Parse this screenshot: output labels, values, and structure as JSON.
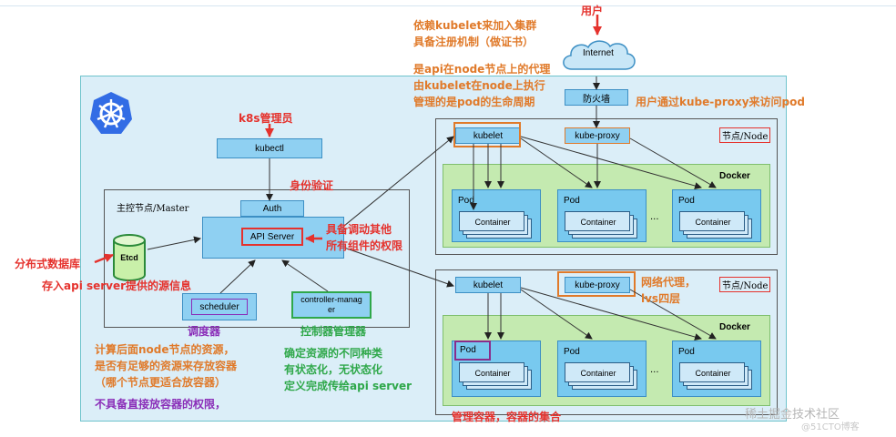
{
  "user_label": "用户",
  "internet_label": "Internet",
  "firewall_label": "防火墙",
  "kube_admin_label": "k8s管理员",
  "kubectl_label": "kubectl",
  "master_label": "主控节点/Master",
  "auth_label": "Auth",
  "api_server_label": "API Server",
  "etcd_label": "Etcd",
  "scheduler_label": "scheduler",
  "controller_label": "controller-manager",
  "node_label": "节点/Node",
  "kubelet_label": "kubelet",
  "kube_proxy_label": "kube-proxy",
  "docker_label": "Docker",
  "pod_label": "Pod",
  "container_label": "Container",
  "ellipsis": "···",
  "annotations": {
    "kubelet_join_1": "依赖kubelet来加入集群",
    "kubelet_join_2": "具备注册机制（做证书）",
    "agent_1": "是api在node节点上的代理",
    "agent_2": "由kubelet在node上执行",
    "agent_3": "管理的是pod的生命周期",
    "user_access": "用户通过kube-proxy来访问pod",
    "identity_auth": "身份验证",
    "scheduling_1": "具备调动其他",
    "scheduling_2": "所有组件的权限",
    "distributed_db": "分布式数据库",
    "etcd_info": "存入api server提供的源信息",
    "scheduler_cn": "调度器",
    "controller_cn": "控制器管理器",
    "scheduler_desc_1": "计算后面node节点的资源，",
    "scheduler_desc_2": "是否有足够的资源来存放容器",
    "scheduler_desc_3": "（哪个节点更适合放容器）",
    "scheduler_desc_4": "不具备直接放容器的权限，",
    "controller_desc_1": "确定资源的不同种类",
    "controller_desc_2": "有状态化，无状态化",
    "controller_desc_3": "定义完成传给api server",
    "network_proxy_1": "网络代理，",
    "network_proxy_2": "lvs四层",
    "pod_desc": "管理容器，容器的集合"
  },
  "watermark_1": "稀土掘金技术社区",
  "watermark_2": "@51CTO博客",
  "colors": {
    "red": "#e5322d",
    "orange": "#e07a2a",
    "blue": "#1f62c9",
    "green": "#2fa84a",
    "purple": "#8a2db8",
    "cluster_bg": "#dbeef8",
    "docker_bg": "#c4eab0",
    "component_blue": "#8fd0f2"
  },
  "icons": [
    "kubernetes-logo-icon",
    "cloud-icon",
    "arrow-icon"
  ]
}
